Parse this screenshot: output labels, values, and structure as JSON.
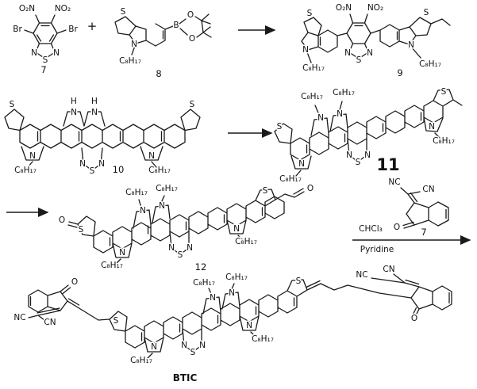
{
  "scheme": {
    "atoms": {
      "S": "S",
      "N": "N",
      "H": "H",
      "O": "O",
      "B": "B",
      "Br": "Br",
      "NO2": "NO₂",
      "O2N": "O₂N",
      "NC": "NC",
      "CN": "CN",
      "C8H17": "C₈H₁₇"
    },
    "numbers": {
      "c7": "7",
      "c8": "8",
      "c9": "9",
      "c10": "10",
      "c11": "11",
      "c12": "12",
      "reagent7": "7"
    },
    "operators": {
      "plus": "+"
    },
    "conditions": {
      "solvent": "CHCl₃",
      "base": "Pyridine"
    },
    "product": {
      "name": "BTIC"
    }
  }
}
